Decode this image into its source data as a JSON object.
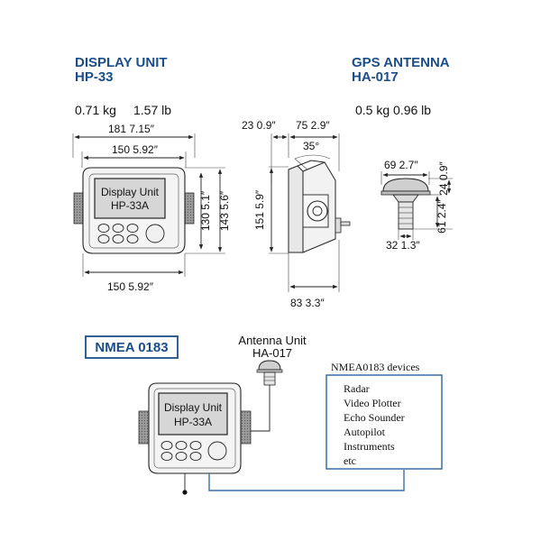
{
  "headers": {
    "display_title": "DISPLAY UNIT",
    "display_model": "HP-33",
    "gps_title": "GPS ANTENNA",
    "gps_model": "HA-017"
  },
  "weights": {
    "display_kg": "0.71 kg",
    "display_lb": "1.57 lb",
    "antenna": "0.5 kg  0.96 lb"
  },
  "front_view": {
    "screen_line1": "Display Unit",
    "screen_line2": "HP-33A",
    "dim_top_outer": "181  7.15″",
    "dim_top_inner": "150  5.92″",
    "dim_bottom": "150  5.92″",
    "dim_right_inner": "130  5.1″",
    "dim_right_outer": "143  5.6″"
  },
  "side_view": {
    "dim_top_left": "23  0.9″",
    "dim_top_right": "75  2.9″",
    "angle": "35°",
    "dim_left": "151  5.9″",
    "dim_bottom": "83  3.3″"
  },
  "antenna_view": {
    "dim_top": "69  2.7″",
    "dim_bottom": "32  1.3″",
    "dim_left": "61  2.4″",
    "dim_right": "24  0.9″"
  },
  "connection": {
    "nmea_label": "NMEA 0183",
    "antenna_line1": "Antenna Unit",
    "antenna_line2": "HA-017",
    "screen_line1": "Display Unit",
    "screen_line2": "HP-33A",
    "devices_title": "NMEA0183 devices",
    "devices": [
      "Radar",
      "Video Plotter",
      "Echo Sounder",
      "Autopilot",
      "Instruments",
      "etc"
    ]
  },
  "colors": {
    "header": "#1a4e8a",
    "cable": "#3b6ea5",
    "screen": "#d6d6d6",
    "knob": "#f0f0f0"
  }
}
